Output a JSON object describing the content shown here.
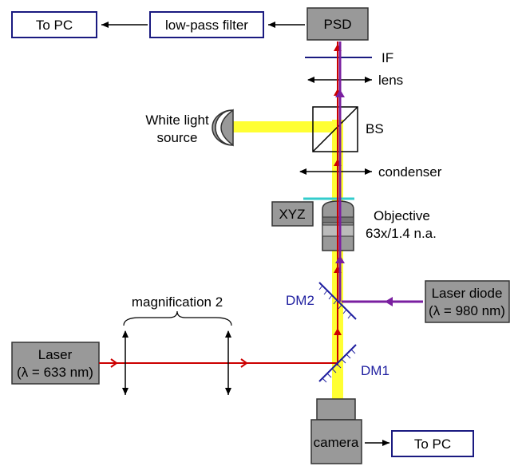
{
  "boxes": {
    "to_pc_top": "To PC",
    "lowpass": "low-pass filter",
    "psd": "PSD",
    "xyz": "XYZ",
    "laser_line1": "Laser",
    "laser_line2": "(λ = 633 nm)",
    "diode_line1": "Laser diode",
    "diode_line2": "(λ = 980 nm)",
    "camera": "camera",
    "to_pc_bottom": "To PC"
  },
  "labels": {
    "if": "IF",
    "lens": "lens",
    "white_light_1": "White light",
    "white_light_2": "source",
    "bs": "BS",
    "condenser": "condenser",
    "objective_1": "Objective",
    "objective_2": "63x/1.4 n.a.",
    "dm2": "DM2",
    "dm1": "DM1",
    "magnification": "magnification 2"
  },
  "colors": {
    "yellow_beam": "#ffff33",
    "red_beam": "#cc0000",
    "purple_beam": "#7a1fa0",
    "box_gray": "#999999",
    "box_blue_border": "#1a1a80",
    "mirror_blue": "#1f1fa0",
    "dm_cyan": "#33cccc"
  }
}
